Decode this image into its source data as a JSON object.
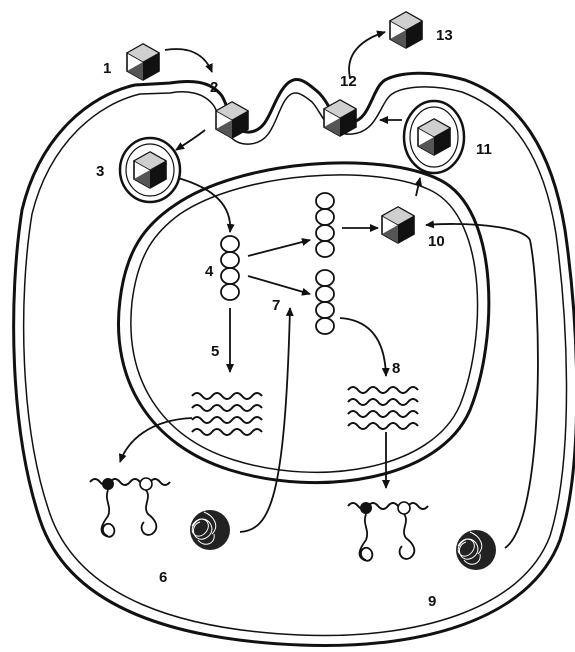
{
  "diagram": {
    "colors": {
      "ink": "#111111",
      "paper": "#ffffff",
      "shade": "#555555"
    },
    "labels": [
      "1",
      "2",
      "3",
      "4",
      "5",
      "6",
      "7",
      "8",
      "9",
      "10",
      "11",
      "12",
      "13"
    ],
    "icons": [
      "virion-icon",
      "vesicle-icon",
      "dna-helix-icon",
      "mrna-icon",
      "ribosome-icon",
      "protein-tangle-icon",
      "arrow-icon"
    ]
  }
}
